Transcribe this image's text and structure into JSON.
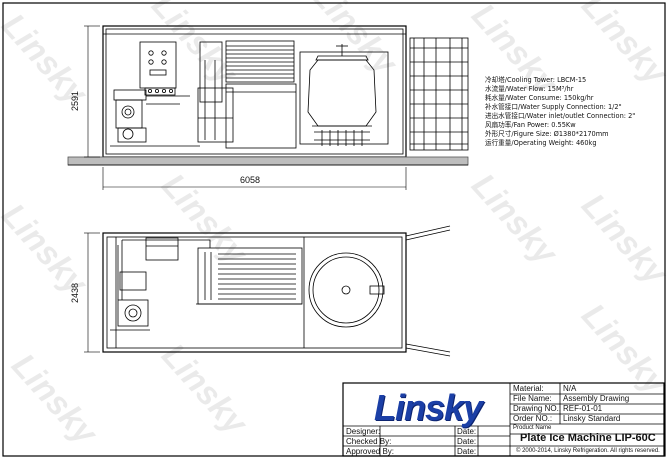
{
  "watermark": "Linsky",
  "dimensions": {
    "side_height": "2591",
    "side_length": "6058",
    "top_height": "2438"
  },
  "specs": [
    "冷却塔/Cooling Tower:  LBCM-15",
    "水流量/Water Flow:  15M³/hr",
    "耗水量/Water Consume:  150kg/hr",
    "补水管接口/Water Supply Connection:  1/2\"",
    "进出水管接口/Water inlet/outlet Connection:  2\"",
    "风扇功率/Fan Power:  0.55Kw",
    "外形尺寸/Figure Size:  Ø1380*2170mm",
    "运行重量/Operating Weight:  460kg"
  ],
  "title_block": {
    "logo_text": "Linsky",
    "material_label": "Material:",
    "material_value": "N/A",
    "file_name_label": "File Name:",
    "file_name_value": "Assembly Drawing",
    "drawing_no_label": "Drawing NO.:",
    "drawing_no_value": "REF-01-01",
    "order_no_label": "Order NO.:",
    "order_no_value": "Linsky Standard",
    "product_name_label": "Product Name",
    "product_name_value": "Plate Ice Machine LIP-60C",
    "copyright": "© 2000-2014, Linsky Refrigeration. All rights reserved.",
    "designer_label": "Designer:",
    "checked_label": "Checked By:",
    "approved_label": "Approved By:",
    "date_label": "Date:"
  }
}
